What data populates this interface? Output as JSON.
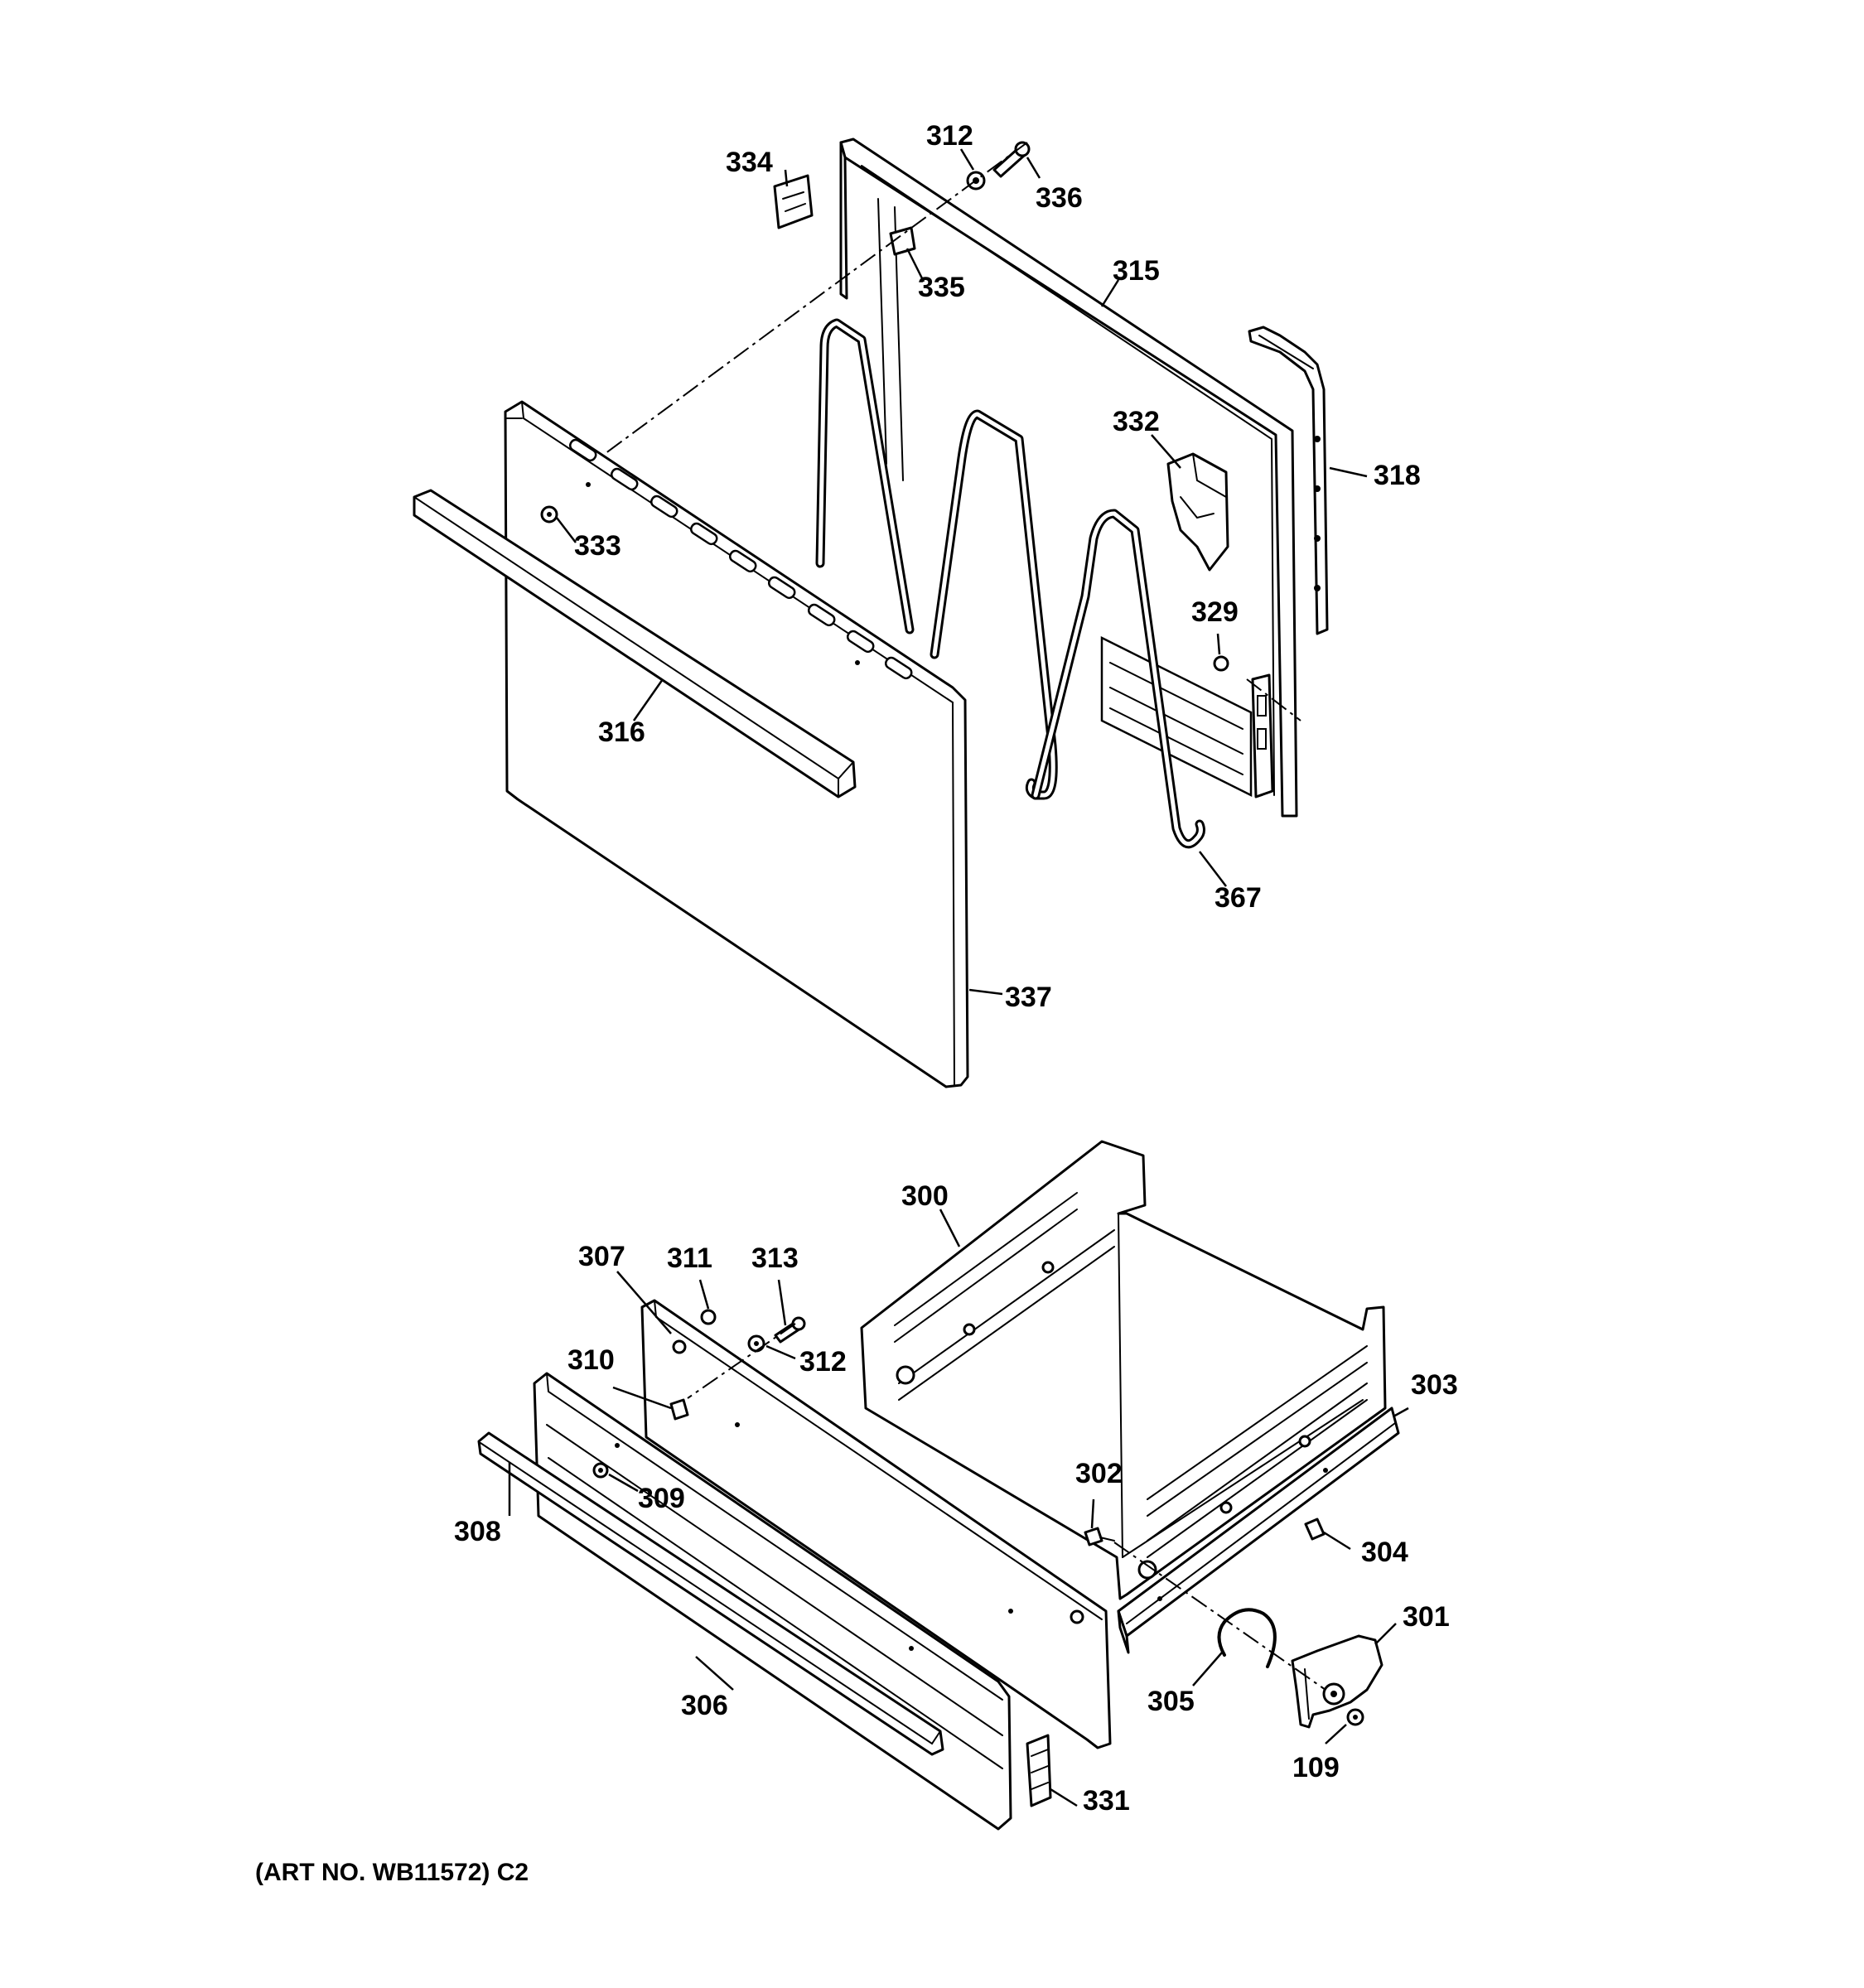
{
  "diagram": {
    "art_number": "(ART NO. WB11572) C2",
    "callouts": {
      "c312a": "312",
      "c334": "334",
      "c336": "336",
      "c335": "335",
      "c315": "315",
      "c318": "318",
      "c332": "332",
      "c333": "333",
      "c329": "329",
      "c316": "316",
      "c367": "367",
      "c337": "337",
      "c300": "300",
      "c307": "307",
      "c311": "311",
      "c313": "313",
      "c312b": "312",
      "c310": "310",
      "c303": "303",
      "c302": "302",
      "c309": "309",
      "c308": "308",
      "c304": "304",
      "c301": "301",
      "c305": "305",
      "c306": "306",
      "c109": "109",
      "c331": "331"
    }
  }
}
